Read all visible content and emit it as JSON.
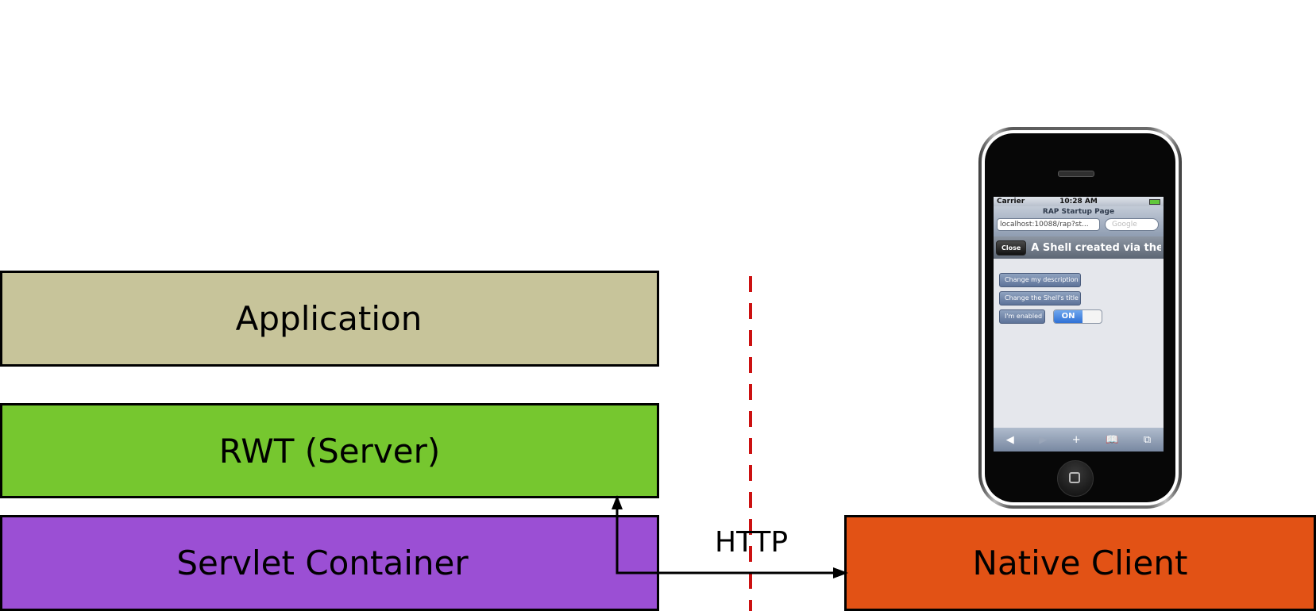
{
  "layers": {
    "application": "Application",
    "rwt": "RWT (Server)",
    "servlet": "Servlet Container",
    "native": "Native Client"
  },
  "connection": {
    "protocol": "HTTP"
  },
  "colors": {
    "application": "#c7c49a",
    "rwt": "#76c72f",
    "servlet": "#9b4fd4",
    "native": "#e25215",
    "boundary": "#cc1111"
  },
  "phone": {
    "status": {
      "carrier": "Carrier",
      "time": "10:28 AM"
    },
    "page_title": "RAP Startup Page",
    "url": "localhost:10088/rap?st...",
    "search_placeholder": "Google",
    "close_label": "Close",
    "shell_title": "A Shell created via the ...",
    "buttons": [
      "Change my description",
      "Change the Shell's title",
      "I'm enabled"
    ],
    "toggle_label": "ON",
    "toolbar_icons": [
      "back-icon",
      "forward-icon",
      "add-icon",
      "bookmarks-icon",
      "pages-icon"
    ]
  }
}
